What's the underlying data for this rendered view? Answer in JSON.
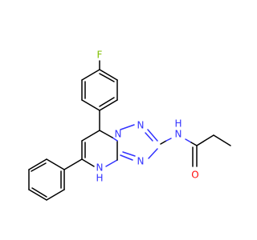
{
  "molecule": {
    "atoms": {
      "F": "F",
      "N1": "N",
      "N2": "N",
      "N3": "N",
      "NH_ring": "N",
      "NH_ring_H": "H",
      "NH_amide": "N",
      "NH_amide_H": "H",
      "O": "O"
    }
  },
  "colors": {
    "carbon_bond": "#000000",
    "nitrogen": "#3333ff",
    "oxygen": "#ff0d0d",
    "fluorine": "#7fbf00"
  }
}
